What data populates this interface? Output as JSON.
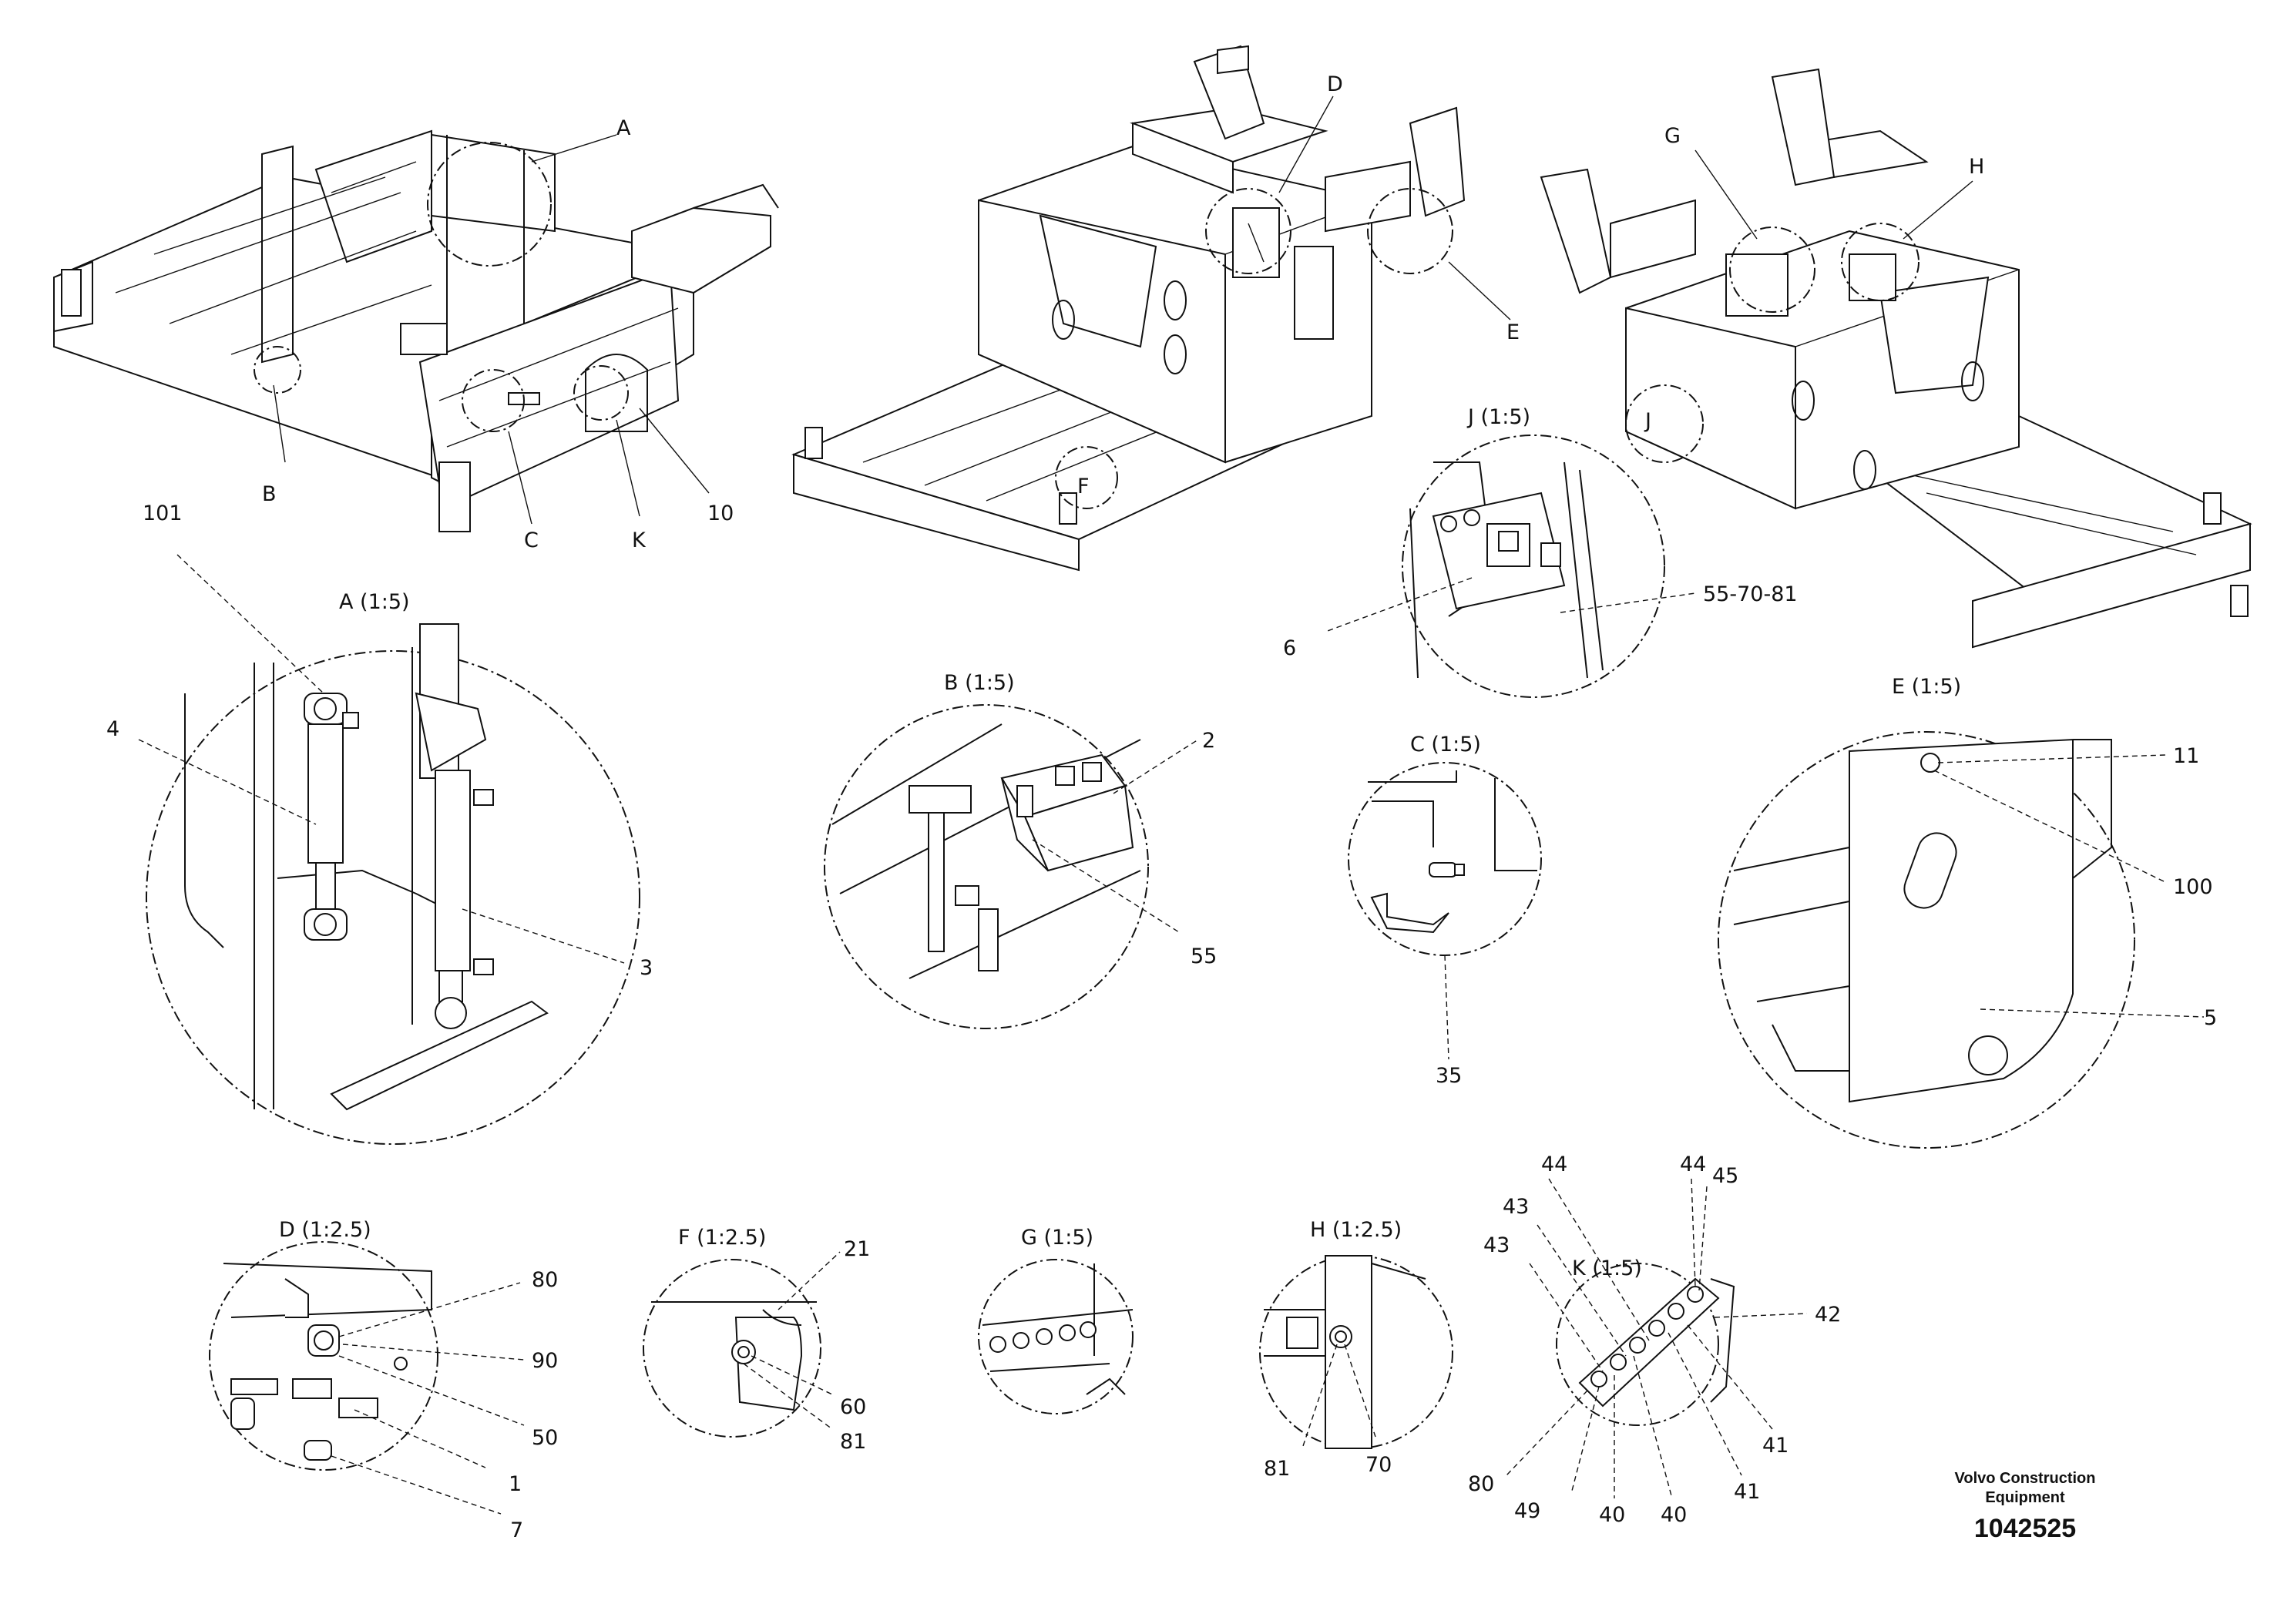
{
  "overview_callouts": {
    "A": "A",
    "B": "B",
    "C": "C",
    "K": "K",
    "p10": "10",
    "D": "D",
    "E": "E",
    "F": "F",
    "J": "J",
    "G": "G",
    "H": "H"
  },
  "details": {
    "A": {
      "title": "A (1:5)",
      "callouts": [
        "101",
        "4",
        "3"
      ]
    },
    "B": {
      "title": "B (1:5)",
      "callouts": [
        "2",
        "55"
      ]
    },
    "C": {
      "title": "C (1:5)",
      "callouts": [
        "35"
      ]
    },
    "D": {
      "title": "D (1:2.5)",
      "callouts": [
        "80",
        "90",
        "50",
        "1",
        "7"
      ]
    },
    "E": {
      "title": "E (1:5)",
      "callouts": [
        "11",
        "100",
        "5"
      ]
    },
    "F": {
      "title": "F (1:2.5)",
      "callouts": [
        "21",
        "60",
        "81"
      ]
    },
    "G": {
      "title": "G (1:5)",
      "callouts": []
    },
    "H": {
      "title": "H (1:2.5)",
      "callouts": [
        "81",
        "70"
      ]
    },
    "J": {
      "title": "J (1:5)",
      "callouts": [
        "6",
        "55-70-81"
      ]
    },
    "K": {
      "title": "K (1:5)",
      "callouts": [
        "43",
        "44",
        "43",
        "44",
        "45",
        "42",
        "41",
        "41",
        "40",
        "40",
        "49",
        "80"
      ]
    }
  },
  "footer": {
    "company_line1": "Volvo Construction",
    "company_line2": "Equipment",
    "drawing_number": "1042525"
  }
}
